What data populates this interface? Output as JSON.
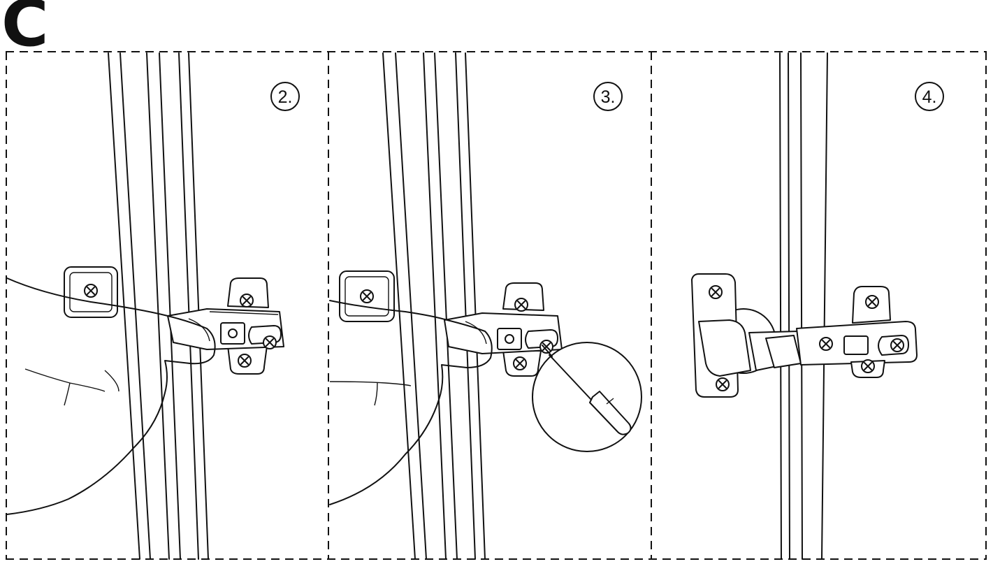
{
  "section": {
    "letter": "C"
  },
  "steps": [
    {
      "label": "2."
    },
    {
      "label": "3."
    },
    {
      "label": "4."
    }
  ]
}
